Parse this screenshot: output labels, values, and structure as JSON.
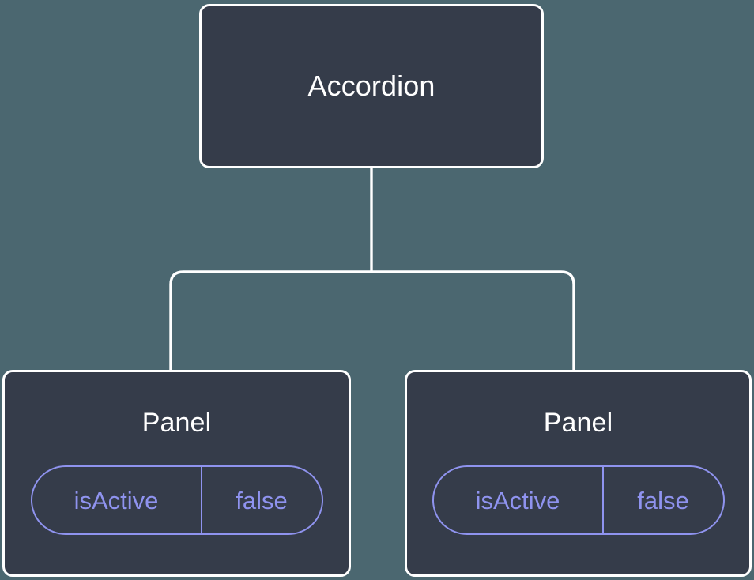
{
  "diagram": {
    "type": "component-tree",
    "background_color": "#4b6770",
    "node_fill_color": "#353c4a",
    "node_border_color": "#ffffff",
    "edge_color": "#ffffff",
    "accent_color": "#8f93ef",
    "nodes": [
      {
        "id": "accordion",
        "title": "Accordion",
        "props": []
      },
      {
        "id": "panel-1",
        "title": "Panel",
        "props": [
          {
            "key": "isActive",
            "value": "false"
          }
        ]
      },
      {
        "id": "panel-2",
        "title": "Panel",
        "props": [
          {
            "key": "isActive",
            "value": "false"
          }
        ]
      }
    ],
    "edges": [
      {
        "from": "accordion",
        "to": "panel-1"
      },
      {
        "from": "accordion",
        "to": "panel-2"
      }
    ]
  }
}
